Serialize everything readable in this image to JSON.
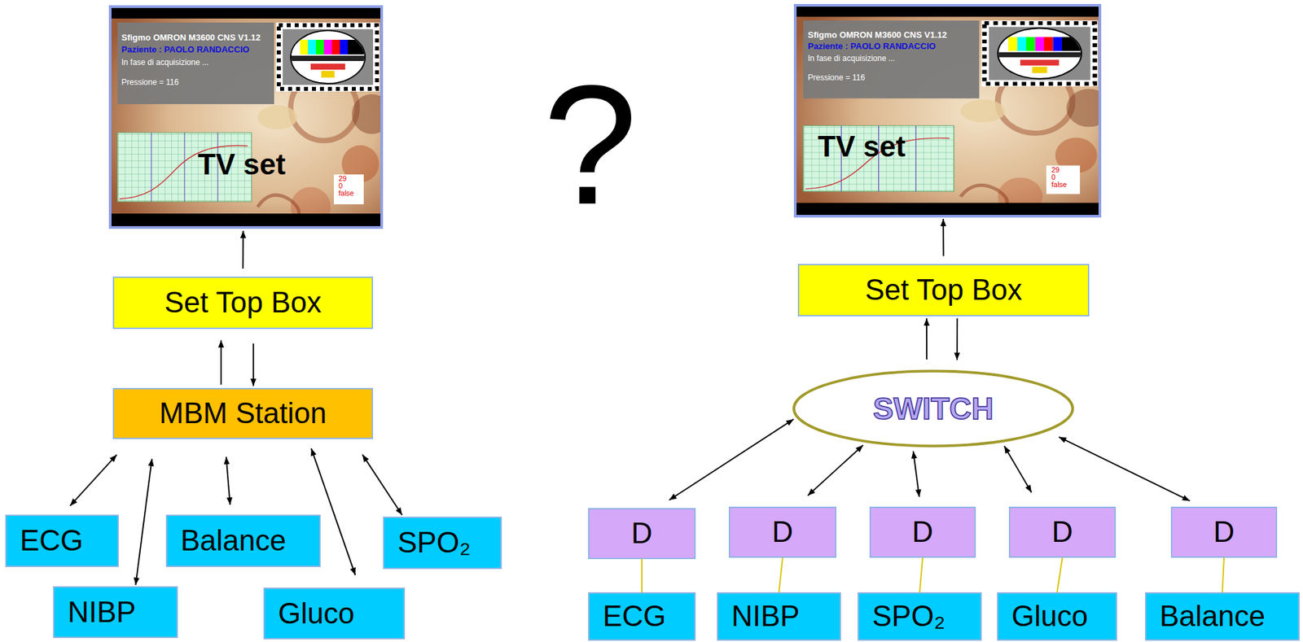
{
  "diagram": {
    "nodes": [
      {
        "text": [
          "TV set"
        ]
      },
      {
        "text": [
          "Set Top Box"
        ]
      },
      {
        "text": [
          "MBM Station"
        ]
      },
      {
        "text": [
          "ECG"
        ]
      },
      {
        "text": [
          "NIBP"
        ]
      },
      {
        "text": [
          "Balance"
        ]
      },
      {
        "text": [
          "Gluco"
        ]
      },
      {
        "text": [
          "SPO₂"
        ]
      },
      {
        "text": [
          "TV set"
        ]
      },
      {
        "text": [
          "Set Top Box"
        ]
      },
      {
        "text": [
          "SWITCH"
        ]
      },
      {
        "text": [
          "D"
        ]
      },
      {
        "text": [
          "D"
        ]
      },
      {
        "text": [
          "D"
        ]
      },
      {
        "text": [
          "D"
        ]
      },
      {
        "text": [
          "D"
        ]
      },
      {
        "text": [
          "ECG"
        ]
      },
      {
        "text": [
          "NIBP"
        ]
      },
      {
        "text": [
          "SPO₂"
        ]
      },
      {
        "text": [
          "Gluco"
        ]
      },
      {
        "text": [
          "Balance"
        ]
      }
    ],
    "edges": [
      {
        "from": 1,
        "to": 0,
        "arrow": "to"
      },
      {
        "from": 2,
        "to": 1,
        "arrow": "to"
      },
      {
        "from": 1,
        "to": 2,
        "arrow": "to"
      },
      {
        "from": 3,
        "to": 2,
        "arrow": "both"
      },
      {
        "from": 4,
        "to": 2,
        "arrow": "both"
      },
      {
        "from": 5,
        "to": 2,
        "arrow": "both"
      },
      {
        "from": 6,
        "to": 2,
        "arrow": "both"
      },
      {
        "from": 7,
        "to": 2,
        "arrow": "both"
      },
      {
        "from": 9,
        "to": 8,
        "arrow": "to"
      },
      {
        "from": 10,
        "to": 9,
        "arrow": "to"
      },
      {
        "from": 9,
        "to": 10,
        "arrow": "to"
      },
      {
        "from": 10,
        "to": 11,
        "arrow": "both"
      },
      {
        "from": 10,
        "to": 12,
        "arrow": "both"
      },
      {
        "from": 10,
        "to": 13,
        "arrow": "both"
      },
      {
        "from": 10,
        "to": 14,
        "arrow": "both"
      },
      {
        "from": 10,
        "to": 15,
        "arrow": "both"
      },
      {
        "from": 11,
        "to": 16,
        "arrow": "none"
      },
      {
        "from": 12,
        "to": 17,
        "arrow": "none"
      },
      {
        "from": 13,
        "to": 18,
        "arrow": "none"
      },
      {
        "from": 14,
        "to": 19,
        "arrow": "none"
      },
      {
        "from": 15,
        "to": 20,
        "arrow": "none"
      }
    ],
    "labels": [
      "Sfigmo OMRON M3600 CNS V1.12",
      "Paziente : PAOLO RANDACCIO",
      "In fase di acquisizione ...",
      "Pressione = 116",
      "29",
      "0",
      "false",
      "?",
      "Sfigmo OMRON M3600 CNS V1.12",
      "Paziente : PAOLO RANDACCIO",
      "In fase di acquisizione ...",
      "Pressione = 116",
      "29",
      "0",
      "false"
    ]
  }
}
